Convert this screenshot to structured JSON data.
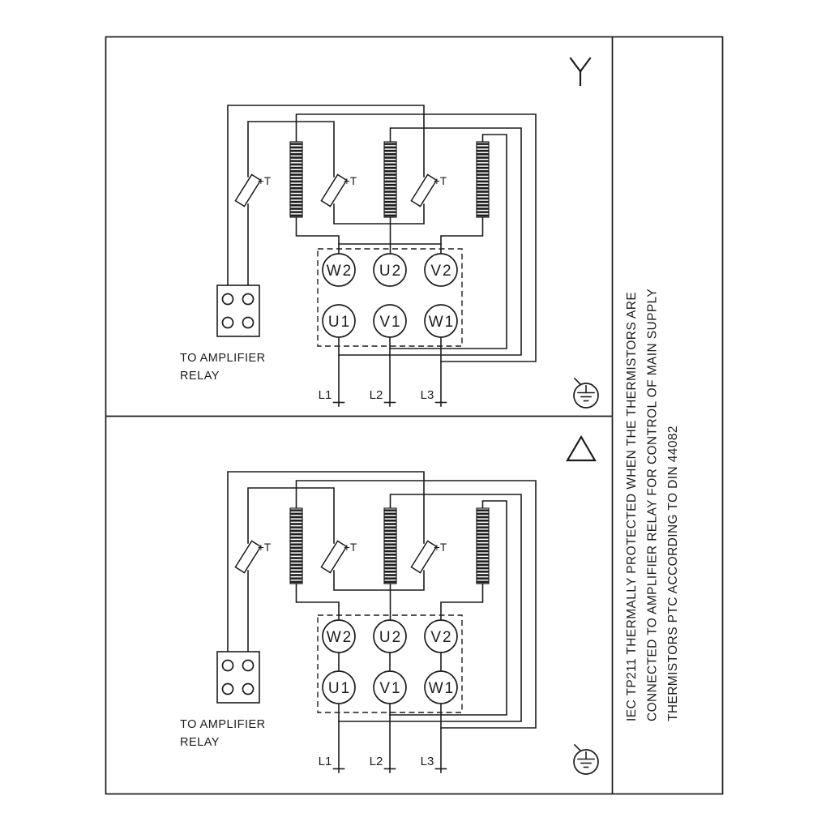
{
  "page": {
    "background": "#ffffff",
    "line_color": "#1c1c1c"
  },
  "side_note": {
    "line1": "IEC TP211 THERMALLY PROTECTED WHEN THE THERMISTORS ARE",
    "line2": "CONNECTED TO AMPLIFIER RELAY FOR CONTROL OF MAIN SUPPLY",
    "line3": "THERMISTORS PTC ACCORDING TO DIN 44082"
  },
  "panel": {
    "relay_label_line1": "TO AMPLIFIER",
    "relay_label_line2": "RELAY",
    "thermistor_label": "+T",
    "terminals_top": [
      "W2",
      "U2",
      "V2"
    ],
    "terminals_bottom": [
      "U1",
      "V1",
      "W1"
    ],
    "supply_lines": [
      "L1",
      "L2",
      "L3"
    ]
  },
  "symbols": {
    "top_panel": "star-icon",
    "bottom_panel": "delta-icon",
    "corner": "earth-ground-icon"
  }
}
